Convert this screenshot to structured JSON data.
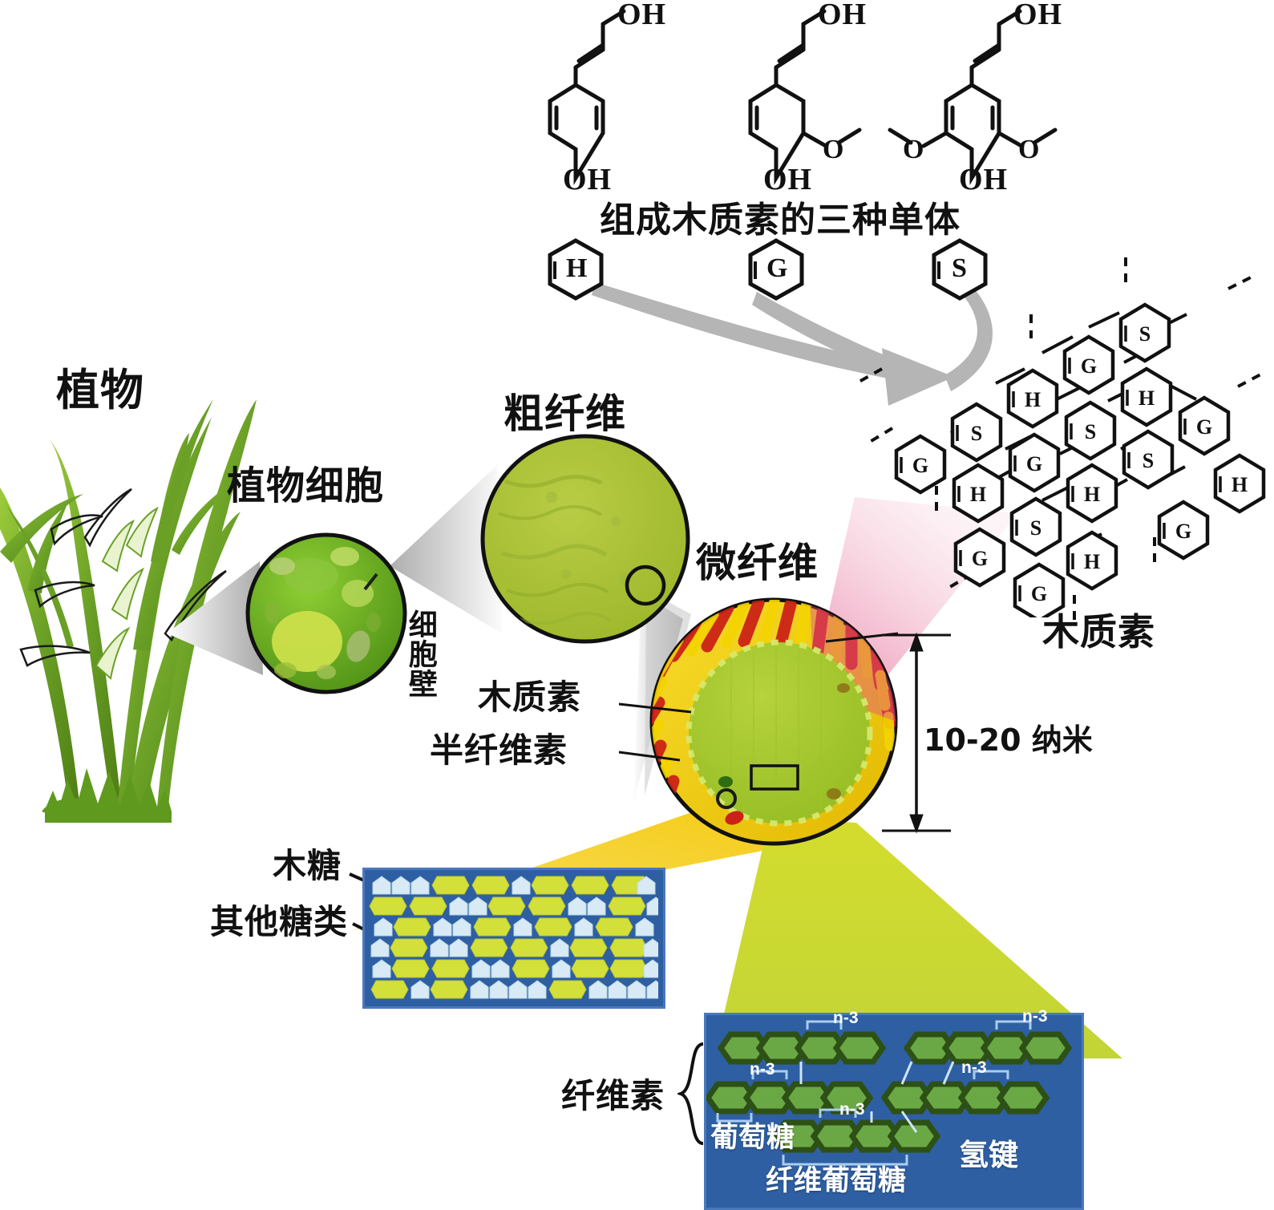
{
  "diagram": {
    "title_caption": "组成木质素的三种单体",
    "monomer_units": [
      {
        "code": "H",
        "name": "p-coumaryl-unit"
      },
      {
        "code": "G",
        "name": "coniferyl-unit"
      },
      {
        "code": "S",
        "name": "sinapyl-unit"
      }
    ],
    "monomer_structures": [
      {
        "id": "p-coumaryl-alcohol",
        "top_label": "OH",
        "bottom_label": "OH",
        "methoxy_count": 0
      },
      {
        "id": "coniferyl-alcohol",
        "top_label": "OH",
        "bottom_label": "OH",
        "methoxy_label": "O",
        "methoxy_count": 1
      },
      {
        "id": "sinapyl-alcohol",
        "top_label": "OH",
        "bottom_label": "OH",
        "methoxy_label": "O",
        "methoxy_count": 2
      }
    ],
    "labels": {
      "plant": "植物",
      "plant_cell": "植物细胞",
      "cell_wall": "细胞壁",
      "coarse_fiber": "粗纤维",
      "microfiber": "微纤维",
      "lignin_callout": "木质素",
      "hemicellulose_callout": "半纤维素",
      "lignin_network": "木质素",
      "scale": "10-20 纳米",
      "xylose": "木糖",
      "other_sugars": "其他糖类",
      "cellulose": "纤维素",
      "glucose": "葡萄糖",
      "cellobiose": "纤维葡萄糖",
      "hydrogen_bond": "氢键",
      "repeat_unit": "n-3"
    },
    "lignin_network_nodes": [
      "S",
      "G",
      "H",
      "H",
      "S",
      "G",
      "S",
      "S",
      "G",
      "G",
      "H",
      "S",
      "H",
      "G",
      "H",
      "G",
      "H",
      "G"
    ],
    "colors": {
      "plant_green": "#6aa026",
      "cell_green": "#6ab023",
      "fiber_green": "#a8c03a",
      "microfibril_core": "#a5c62e",
      "microfibril_ring_yellow": "#f0d000",
      "microfibril_ring_red": "#cc2218",
      "lignin_pink": "#e8588f",
      "panel_blue": "#2e5fa3",
      "xylose_blue": "#d8eaf5",
      "sugar_yellow": "#d4e03a",
      "glucose_green": "#6aa845",
      "glucose_outline": "#2d5016",
      "cone_gray": "#b8b8b8",
      "hemi_wedge": "#f2cc16",
      "cell_wedge": "#c3d62a"
    }
  }
}
